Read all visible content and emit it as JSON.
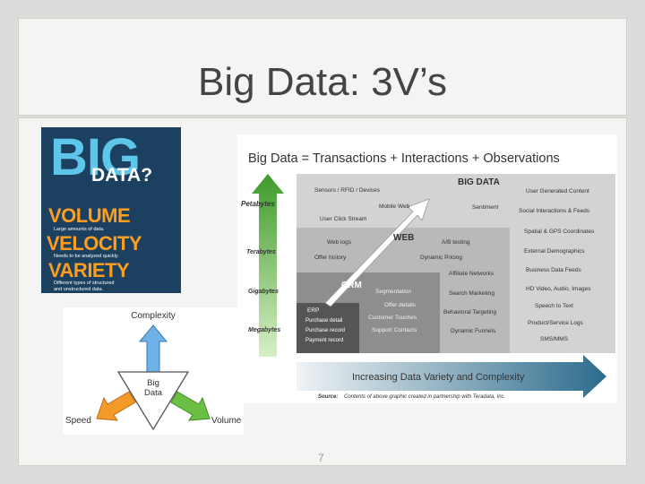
{
  "slide": {
    "title": "Big Data: 3V’s",
    "page_number": "7"
  },
  "book": {
    "big": "BIG",
    "data_q": "DATA?",
    "volume": "VOLUME",
    "volume_sub": "Large amounts of data.",
    "velocity": "VELOCITY",
    "velocity_sub": "Needs to be analyzed quickly.",
    "variety": "VARIETY",
    "variety_sub1": "Different types of structured",
    "variety_sub2": "and unstructured data."
  },
  "triangle": {
    "top": "Complexity",
    "center1": "Big",
    "center2": "Data",
    "left": "Speed",
    "right": "Volume"
  },
  "diagram": {
    "title": "Big Data = Transactions + Interactions + Observations",
    "scale": [
      "Petabytes",
      "Terabytes",
      "Gigabytes",
      "Megabytes"
    ],
    "big_data": {
      "label": "BIG DATA",
      "items_left": [
        "Sensors / RFID / Devices",
        "Mobile Web",
        "User Click Stream"
      ],
      "sentiment": "Sentiment",
      "items_right": [
        "User Generated Content",
        "Social Interactions & Feeds",
        "Spatial & GPS Coordinates",
        "External Demographics",
        "Business Data Feeds",
        "HD Video, Audio, Images",
        "Speech to Text",
        "Product/Service Logs",
        "SMS/MMS"
      ]
    },
    "web": {
      "label": "WEB",
      "items": [
        "Web logs",
        "A/B testing",
        "Offer history",
        "Dynamic Pricing",
        "Affiliate Networks",
        "Search Marketing",
        "Behavioral Targeting",
        "Dynamic Funnels"
      ]
    },
    "crm": {
      "label": "CRM",
      "items": [
        "Segmentation",
        "Offer details",
        "Customer Touches",
        "Support Contacts"
      ]
    },
    "erp": {
      "label": "ERP",
      "items": [
        "Purchase detail",
        "Purchase record",
        "Payment record"
      ]
    },
    "arrow_label": "Increasing Data Variety and Complexity",
    "source_label": "Source:",
    "source_text": "Contents of above graphic created in partnership with Teradata, Inc."
  },
  "colors": {
    "book_bg": "#1b4060",
    "book_cyan": "#5ec6ea",
    "book_orange": "#ff9d1f",
    "green_arrow": "#5fa83c",
    "blue_arrow": "#2f6f8f"
  }
}
